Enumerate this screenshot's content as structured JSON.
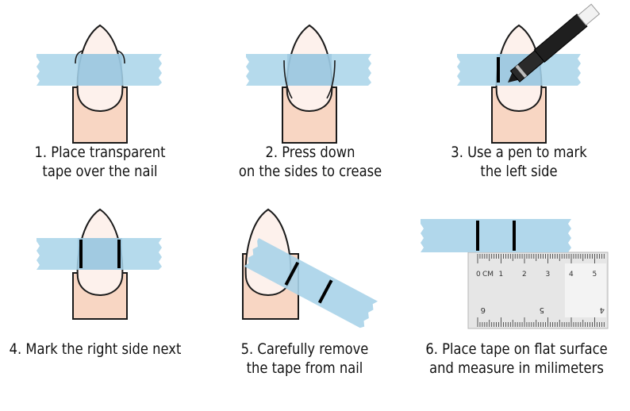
{
  "colors": {
    "tape": "#a8d3e9",
    "tape_overlap": "#8fc0db",
    "skin": "#f8d6c3",
    "nail": "#fdf1ec",
    "outline": "#1a1a1a",
    "marker_line": "#000000",
    "ruler": "#e6e6e6",
    "text": "#111111"
  },
  "steps": [
    {
      "number": "1.",
      "line1": "1. Place transparent",
      "line2": "tape over the nail",
      "icon": "nail-with-tape-icon"
    },
    {
      "number": "2.",
      "line1": "2. Press down",
      "line2": "on the sides to crease",
      "icon": "nail-with-pressed-tape-icon"
    },
    {
      "number": "3.",
      "line1": "3. Use a pen to mark",
      "line2": "the left side",
      "icon": "pen-marking-icon"
    },
    {
      "number": "4.",
      "line1": "4. Mark the right side next",
      "line2": "",
      "icon": "nail-two-marks-icon"
    },
    {
      "number": "5.",
      "line1": "5. Carefully remove",
      "line2": "the tape from nail",
      "icon": "tape-peeling-icon"
    },
    {
      "number": "6.",
      "line1": "6. Place tape on flat surface",
      "line2": "and measure in milimeters",
      "icon": "ruler-measure-icon"
    }
  ],
  "ruler": {
    "unit_label": "CM",
    "top_numbers": [
      "0",
      "1",
      "2",
      "3",
      "4",
      "5"
    ],
    "bottom_numbers": [
      "6",
      "5",
      "4"
    ]
  }
}
